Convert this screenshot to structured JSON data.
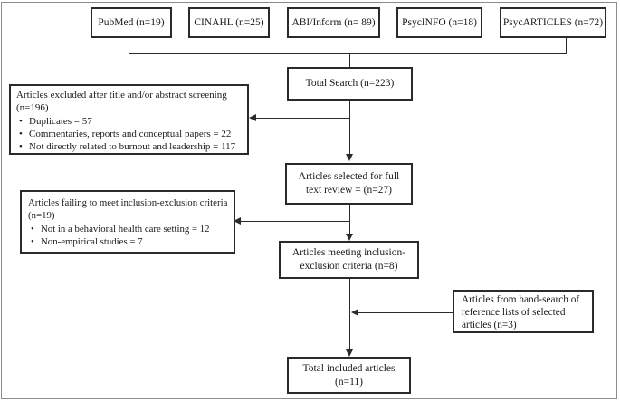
{
  "diagram": {
    "bullet_char": "•",
    "sources": [
      {
        "label": "PubMed (n=19)"
      },
      {
        "label": "CINAHL (n=25)"
      },
      {
        "label": "ABI/Inform (n= 89)"
      },
      {
        "label": "PsycINFO (n=18)"
      },
      {
        "label": "PsycARTICLES (n=72)"
      }
    ],
    "total_search": {
      "label": "Total Search (n=223)"
    },
    "excluded_screening": {
      "title": "Articles excluded after title and/or abstract screening (n=196)",
      "items": [
        "Duplicates = 57",
        "Commentaries, reports and conceptual papers = 22",
        "Not directly related to burnout and leadership = 117"
      ]
    },
    "full_text_review": {
      "label": "Articles selected for full text review = (n=27)"
    },
    "failing_criteria": {
      "title": "Articles failing to meet inclusion-exclusion criteria (n=19)",
      "items": [
        "Not in a behavioral health care setting = 12",
        "Non-empirical studies = 7"
      ]
    },
    "meeting_criteria": {
      "label": "Articles meeting inclusion-exclusion criteria (n=8)"
    },
    "hand_search": {
      "label": "Articles from hand-search of reference lists of selected articles (n=3)"
    },
    "total_included": {
      "label": "Total included articles (n=11)"
    }
  },
  "colors": {
    "background": "#ffffff",
    "box_border": "#2a2a2a",
    "line": "#2a2a2a",
    "text": "#1a1a1a",
    "outer_border": "#8c8c8c"
  }
}
